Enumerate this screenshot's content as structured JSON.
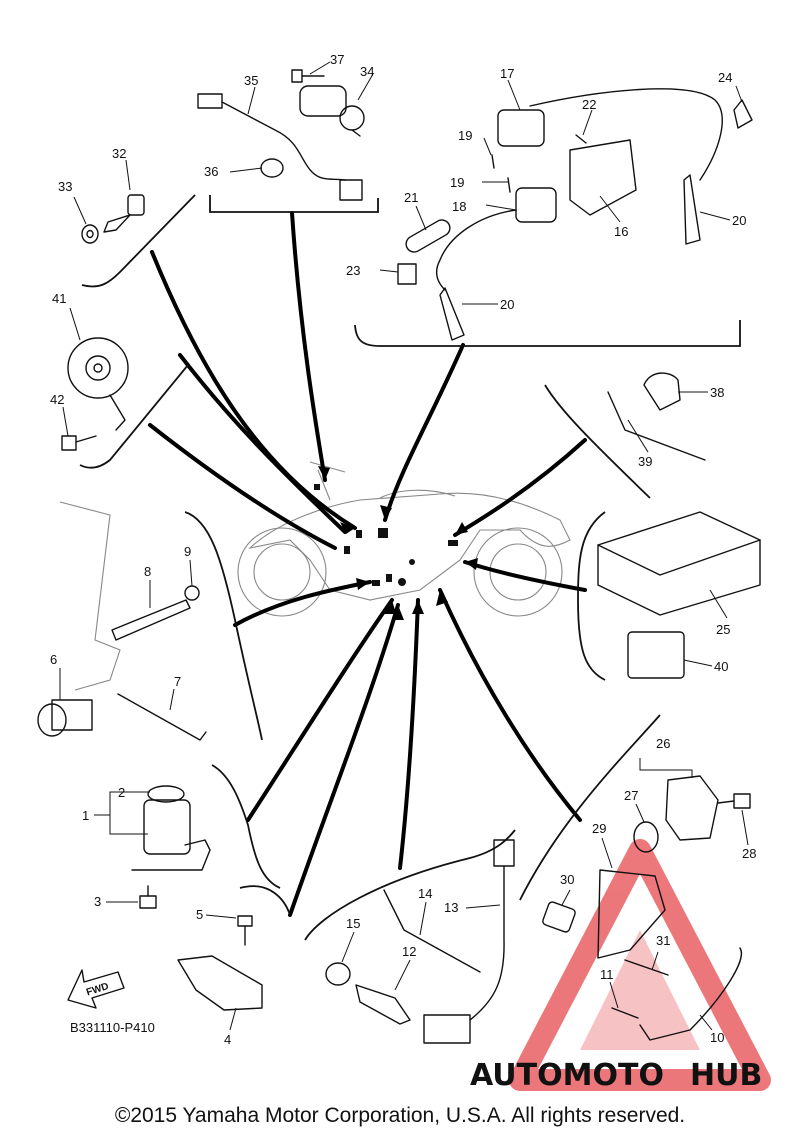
{
  "diagram": {
    "code": "B331110-P410",
    "fwd_label": "FWD",
    "copyright": "©2015 Yamaha Motor Corporation, U.S.A. All rights reserved.",
    "watermark": {
      "part_a": "AUTOMOTO",
      "part_b": "HUB",
      "color_a": "#f2b24a",
      "color_b": "#555555",
      "triangle_color": "#e8565a"
    },
    "callouts": [
      {
        "id": "1",
        "label": "1"
      },
      {
        "id": "2",
        "label": "2"
      },
      {
        "id": "3",
        "label": "3"
      },
      {
        "id": "4",
        "label": "4"
      },
      {
        "id": "5",
        "label": "5"
      },
      {
        "id": "6",
        "label": "6"
      },
      {
        "id": "7",
        "label": "7"
      },
      {
        "id": "8",
        "label": "8"
      },
      {
        "id": "9",
        "label": "9"
      },
      {
        "id": "10",
        "label": "10"
      },
      {
        "id": "11",
        "label": "11"
      },
      {
        "id": "12",
        "label": "12"
      },
      {
        "id": "13",
        "label": "13"
      },
      {
        "id": "14",
        "label": "14"
      },
      {
        "id": "15",
        "label": "15"
      },
      {
        "id": "16",
        "label": "16"
      },
      {
        "id": "17",
        "label": "17"
      },
      {
        "id": "18",
        "label": "18"
      },
      {
        "id": "19a",
        "label": "19"
      },
      {
        "id": "19b",
        "label": "19"
      },
      {
        "id": "20a",
        "label": "20"
      },
      {
        "id": "20b",
        "label": "20"
      },
      {
        "id": "21",
        "label": "21"
      },
      {
        "id": "22",
        "label": "22"
      },
      {
        "id": "23",
        "label": "23"
      },
      {
        "id": "24",
        "label": "24"
      },
      {
        "id": "25",
        "label": "25"
      },
      {
        "id": "26",
        "label": "26"
      },
      {
        "id": "27",
        "label": "27"
      },
      {
        "id": "28",
        "label": "28"
      },
      {
        "id": "29",
        "label": "29"
      },
      {
        "id": "30",
        "label": "30"
      },
      {
        "id": "31",
        "label": "31"
      },
      {
        "id": "32",
        "label": "32"
      },
      {
        "id": "33",
        "label": "33"
      },
      {
        "id": "34",
        "label": "34"
      },
      {
        "id": "35",
        "label": "35"
      },
      {
        "id": "36",
        "label": "36"
      },
      {
        "id": "37",
        "label": "37"
      },
      {
        "id": "38",
        "label": "38"
      },
      {
        "id": "39",
        "label": "39"
      },
      {
        "id": "40",
        "label": "40"
      },
      {
        "id": "41",
        "label": "41"
      },
      {
        "id": "42",
        "label": "42"
      }
    ]
  }
}
